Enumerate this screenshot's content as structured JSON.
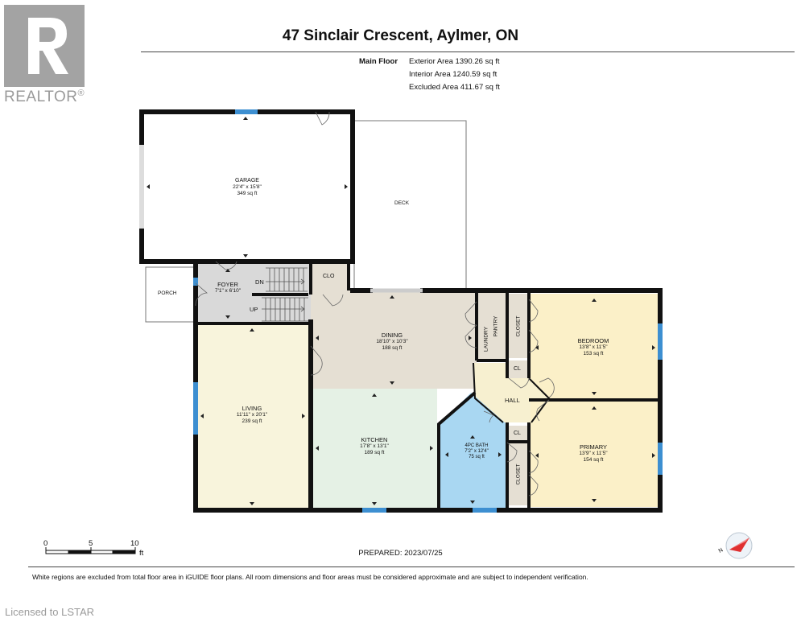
{
  "header": {
    "title": "47 Sinclair Crescent, Aylmer, ON",
    "floor_label": "Main Floor",
    "areas": [
      "Exterior Area 1390.26 sq ft",
      "Interior Area 1240.59 sq ft",
      "Excluded Area 411.67 sq ft"
    ]
  },
  "branding": {
    "realtor_text": "REALTOR",
    "registered_mark": "®",
    "licensed_text": "Licensed to LSTAR"
  },
  "rooms": {
    "garage": {
      "name": "GARAGE",
      "dims": "22'4\" x 15'8\"",
      "area": "349 sq ft"
    },
    "deck": {
      "name": "DECK"
    },
    "porch": {
      "name": "PORCH"
    },
    "foyer": {
      "name": "FOYER",
      "dims": "7'1\" x 6'10\""
    },
    "clo": {
      "name": "CLO"
    },
    "dining": {
      "name": "DINING",
      "dims": "18'10\" x 10'3\"",
      "area": "188 sq ft"
    },
    "living": {
      "name": "LIVING",
      "dims": "11'11\" x 20'1\"",
      "area": "239 sq ft"
    },
    "kitchen": {
      "name": "KITCHEN",
      "dims": "17'8\" x 13'1\"",
      "area": "189 sq ft"
    },
    "laundry": {
      "name": "LAUNDRY"
    },
    "pantry": {
      "name": "PANTRY"
    },
    "closet_top": {
      "name": "CLOSET"
    },
    "bedroom": {
      "name": "BEDROOM",
      "dims": "13'8\" x 11'5\"",
      "area": "153 sq ft"
    },
    "cl_top": {
      "name": "CL"
    },
    "hall": {
      "name": "HALL"
    },
    "bath": {
      "name": "4PC BATH",
      "dims": "7'2\" x 12'4\"",
      "area": "75 sq ft"
    },
    "cl_bottom": {
      "name": "CL"
    },
    "primary": {
      "name": "PRIMARY",
      "dims": "13'9\" x 11'5\"",
      "area": "154 sq ft"
    },
    "closet_bottom": {
      "name": "CLOSET"
    }
  },
  "stairs": {
    "down_label": "DN",
    "up_label": "UP"
  },
  "scale": {
    "labels": [
      "0",
      "5",
      "10"
    ],
    "unit": "ft"
  },
  "compass": {
    "north_label": "N"
  },
  "prepared": "PREPARED: 2023/07/25",
  "footer_note": "White regions are excluded from total floor area in iGUIDE floor plans. All room dimensions and floor areas must be considered approximate and are subject to independent verification.",
  "colors": {
    "wall": "#111111",
    "window": "#3d8fd1",
    "foyer": "#d9d9d9",
    "dining": "#e5dfd3",
    "living": "#f8f4dc",
    "kitchen": "#e5f1e5",
    "bedroom": "#fbf0c8",
    "bath": "#a9d7f2",
    "hall": "#f7f0d0"
  }
}
